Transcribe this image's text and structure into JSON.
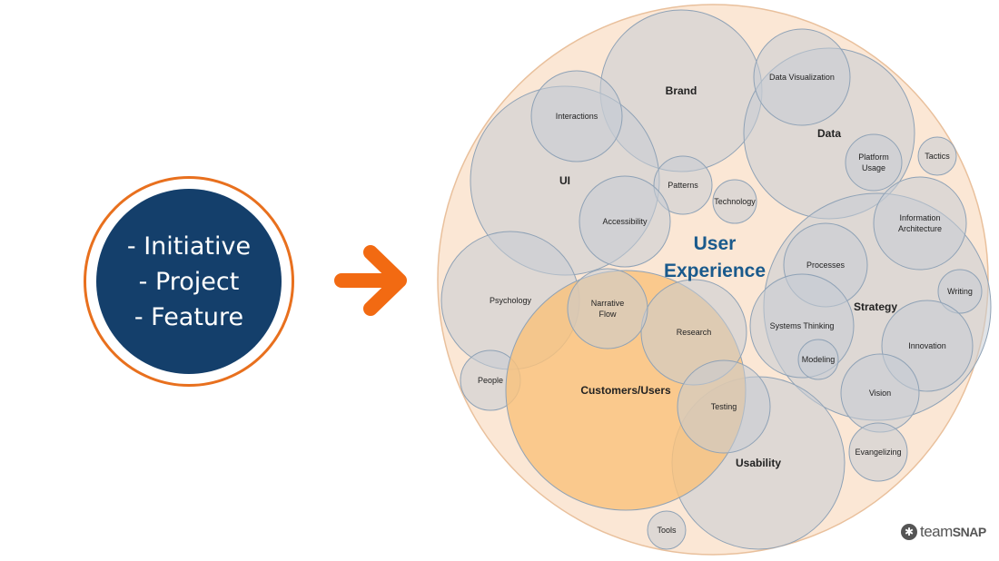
{
  "left_items": [
    "- Initiative",
    "- Project",
    "- Feature"
  ],
  "arrow_color": "#f26a12",
  "colors": {
    "outer_fill": "#fbe7d5",
    "outer_stroke": "#e9c09c",
    "bubble_fill": "#c7ccd3",
    "bubble_stroke": "#8fa2b6",
    "customers_fill": "#f9c27d",
    "center_label": "#1a5a8c",
    "badge_bg": "#143f6b",
    "badge_ring": "#e8701e"
  },
  "diagram": {
    "center_label": [
      "User",
      "Experience"
    ],
    "large_topics": [
      {
        "id": "brand",
        "label": "Brand"
      },
      {
        "id": "ui",
        "label": "UI"
      },
      {
        "id": "data",
        "label": "Data"
      },
      {
        "id": "strategy",
        "label": "Strategy"
      },
      {
        "id": "customers",
        "label": "Customers/Users"
      },
      {
        "id": "usability",
        "label": "Usability"
      },
      {
        "id": "psychology",
        "label": "Psychology"
      }
    ],
    "small_topics": [
      {
        "id": "interactions",
        "label": "Interactions"
      },
      {
        "id": "data-visualization",
        "label": "Data Visualization"
      },
      {
        "id": "platform-usage",
        "label": "Platform Usage"
      },
      {
        "id": "tactics",
        "label": "Tactics"
      },
      {
        "id": "patterns",
        "label": "Patterns"
      },
      {
        "id": "technology",
        "label": "Technology"
      },
      {
        "id": "accessibility",
        "label": "Accessibility"
      },
      {
        "id": "information-architecture",
        "label": "Information Architecture"
      },
      {
        "id": "processes",
        "label": "Processes"
      },
      {
        "id": "writing",
        "label": "Writing"
      },
      {
        "id": "narrative-flow",
        "label": "Narrative Flow"
      },
      {
        "id": "research",
        "label": "Research"
      },
      {
        "id": "systems-thinking",
        "label": "Systems Thinking"
      },
      {
        "id": "modeling",
        "label": "Modeling"
      },
      {
        "id": "innovation",
        "label": "Innovation"
      },
      {
        "id": "people",
        "label": "People"
      },
      {
        "id": "vision",
        "label": "Vision"
      },
      {
        "id": "testing",
        "label": "Testing"
      },
      {
        "id": "evangelizing",
        "label": "Evangelizing"
      },
      {
        "id": "tools",
        "label": "Tools"
      }
    ]
  },
  "logo": {
    "text_a": "team",
    "text_b": "SNAP"
  }
}
